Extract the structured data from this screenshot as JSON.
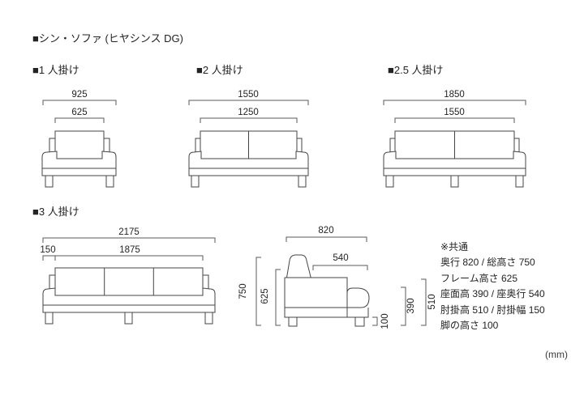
{
  "page": {
    "title": "■シン・ソファ (ヒヤシンス DG)",
    "unit": "(mm)",
    "background": "#ffffff",
    "line_color": "#454545",
    "text_color": "#232323"
  },
  "sections": {
    "s1": {
      "label": "■1 人掛け",
      "outer": "925",
      "inner": "625"
    },
    "s2": {
      "label": "■2 人掛け",
      "outer": "1550",
      "inner": "1250"
    },
    "s25": {
      "label": "■2.5 人掛け",
      "outer": "1850",
      "inner": "1550"
    },
    "s3": {
      "label": "■3 人掛け",
      "outer": "2175",
      "arm": "150",
      "inner": "1875"
    }
  },
  "side_view": {
    "depth": "820",
    "seat_depth": "540",
    "total_height": "750",
    "frame_height": "625",
    "armrest_height": "510",
    "seat_height": "390",
    "leg_height": "100"
  },
  "specs": {
    "heading": "※共通",
    "lines": [
      "奥行 820 / 総高さ 750",
      "フレーム高さ 625",
      "座面高 390 / 座奥行 540",
      "肘掛高 510 / 肘掛幅 150",
      "脚の高さ 100"
    ]
  }
}
